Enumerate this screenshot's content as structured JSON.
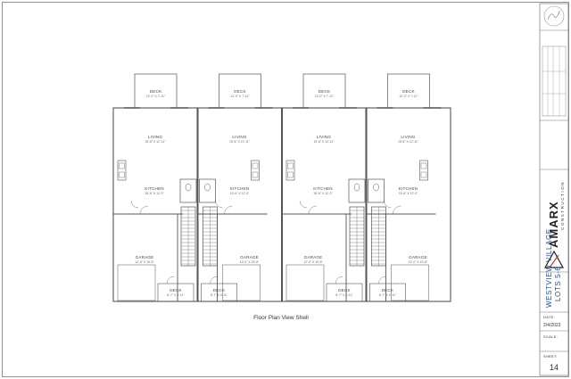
{
  "sheet": {
    "caption": "Floor Plan View Shell",
    "rooms": {
      "deck": "DECK",
      "living": "LIVING",
      "kitchen": "KITCHEN",
      "garage": "GARAGE",
      "front_deck": "DECK"
    },
    "dims": {
      "deck": "12'-0\" X 7'-11\"",
      "living": "15'-6\" X 12'-11\"",
      "kitchen": "15'-6\" X 12'-0\"",
      "garage": "12'-0\" X 19'-8\"",
      "front_deck": "8'-7\" X 4'-11\""
    }
  },
  "titleblock": {
    "brand": "AMARX",
    "brand_sub": "CONSTRUCTION",
    "project_line1": "WESTVIEW VILLAGE",
    "project_line2": "LOTS 5-6",
    "date_label": "DATE:",
    "date_value": "2/4/2023",
    "scale_label": "SCALE:",
    "scale_value": "",
    "sheet_label": "SHEET:",
    "sheet_value": "14"
  },
  "colors": {
    "wall": "#555555",
    "accent": "#c0392b",
    "project_text": "#2c4d8a"
  }
}
